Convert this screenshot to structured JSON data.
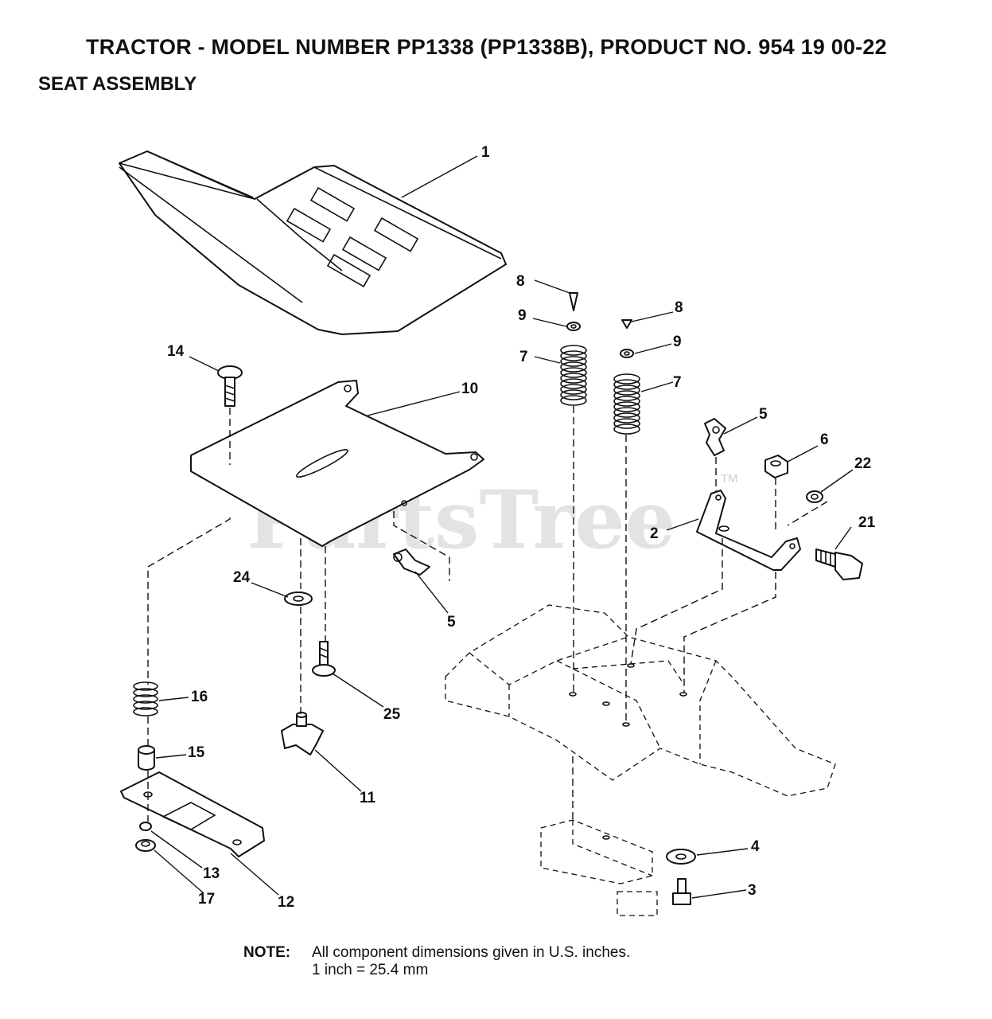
{
  "header": {
    "title": "TRACTOR - MODEL NUMBER PP1338 (PP1338B), PRODUCT NO. 954 19 00-22",
    "subtitle": "SEAT ASSEMBLY"
  },
  "watermark": {
    "text": "PartsTree",
    "tm": "TM"
  },
  "callouts": {
    "c1": "1",
    "c2": "2",
    "c3": "3",
    "c4": "4",
    "c5a": "5",
    "c5b": "5",
    "c6": "6",
    "c7a": "7",
    "c7b": "7",
    "c8a": "8",
    "c8b": "8",
    "c9a": "9",
    "c9b": "9",
    "c10": "10",
    "c11": "11",
    "c12": "12",
    "c13": "13",
    "c14": "14",
    "c15": "15",
    "c16": "16",
    "c17": "17",
    "c21": "21",
    "c22": "22",
    "c24": "24",
    "c25": "25"
  },
  "note": {
    "label": "NOTE:",
    "line1": "All component dimensions given in U.S. inches.",
    "line2": "1 inch = 25.4 mm"
  }
}
